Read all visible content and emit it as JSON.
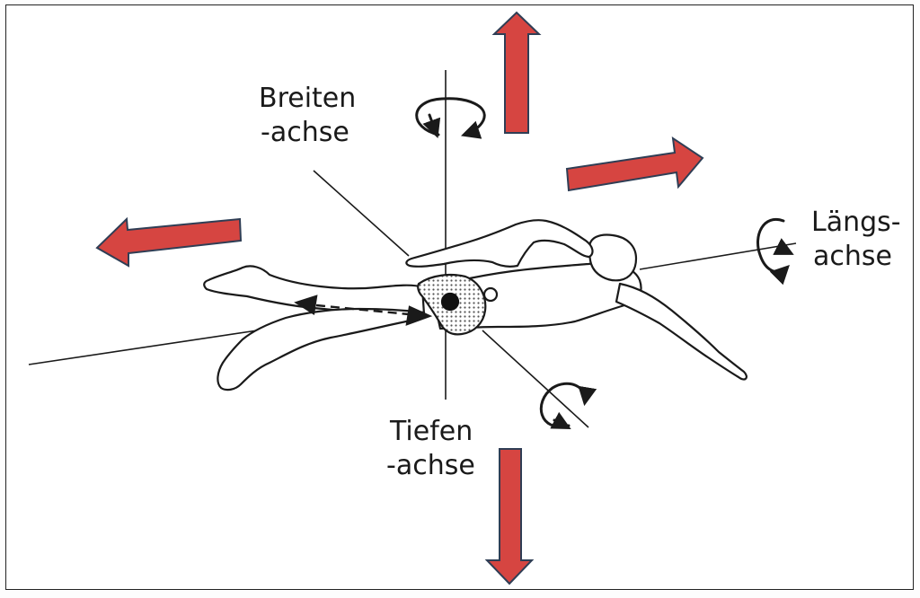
{
  "labels": {
    "breiten_line1": "Breiten",
    "breiten_line2": "-achse",
    "tiefen_line1": "Tiefen",
    "tiefen_line2": "-achse",
    "laengs_line1": "Längs-",
    "laengs_line2": "achse"
  },
  "colors": {
    "arrow_fill": "#d64541",
    "arrow_stroke": "#2f3e55",
    "line": "#1a1a1a",
    "swimmer_stroke": "#1a1a1a",
    "hip_patch": "#c9c9c9"
  }
}
